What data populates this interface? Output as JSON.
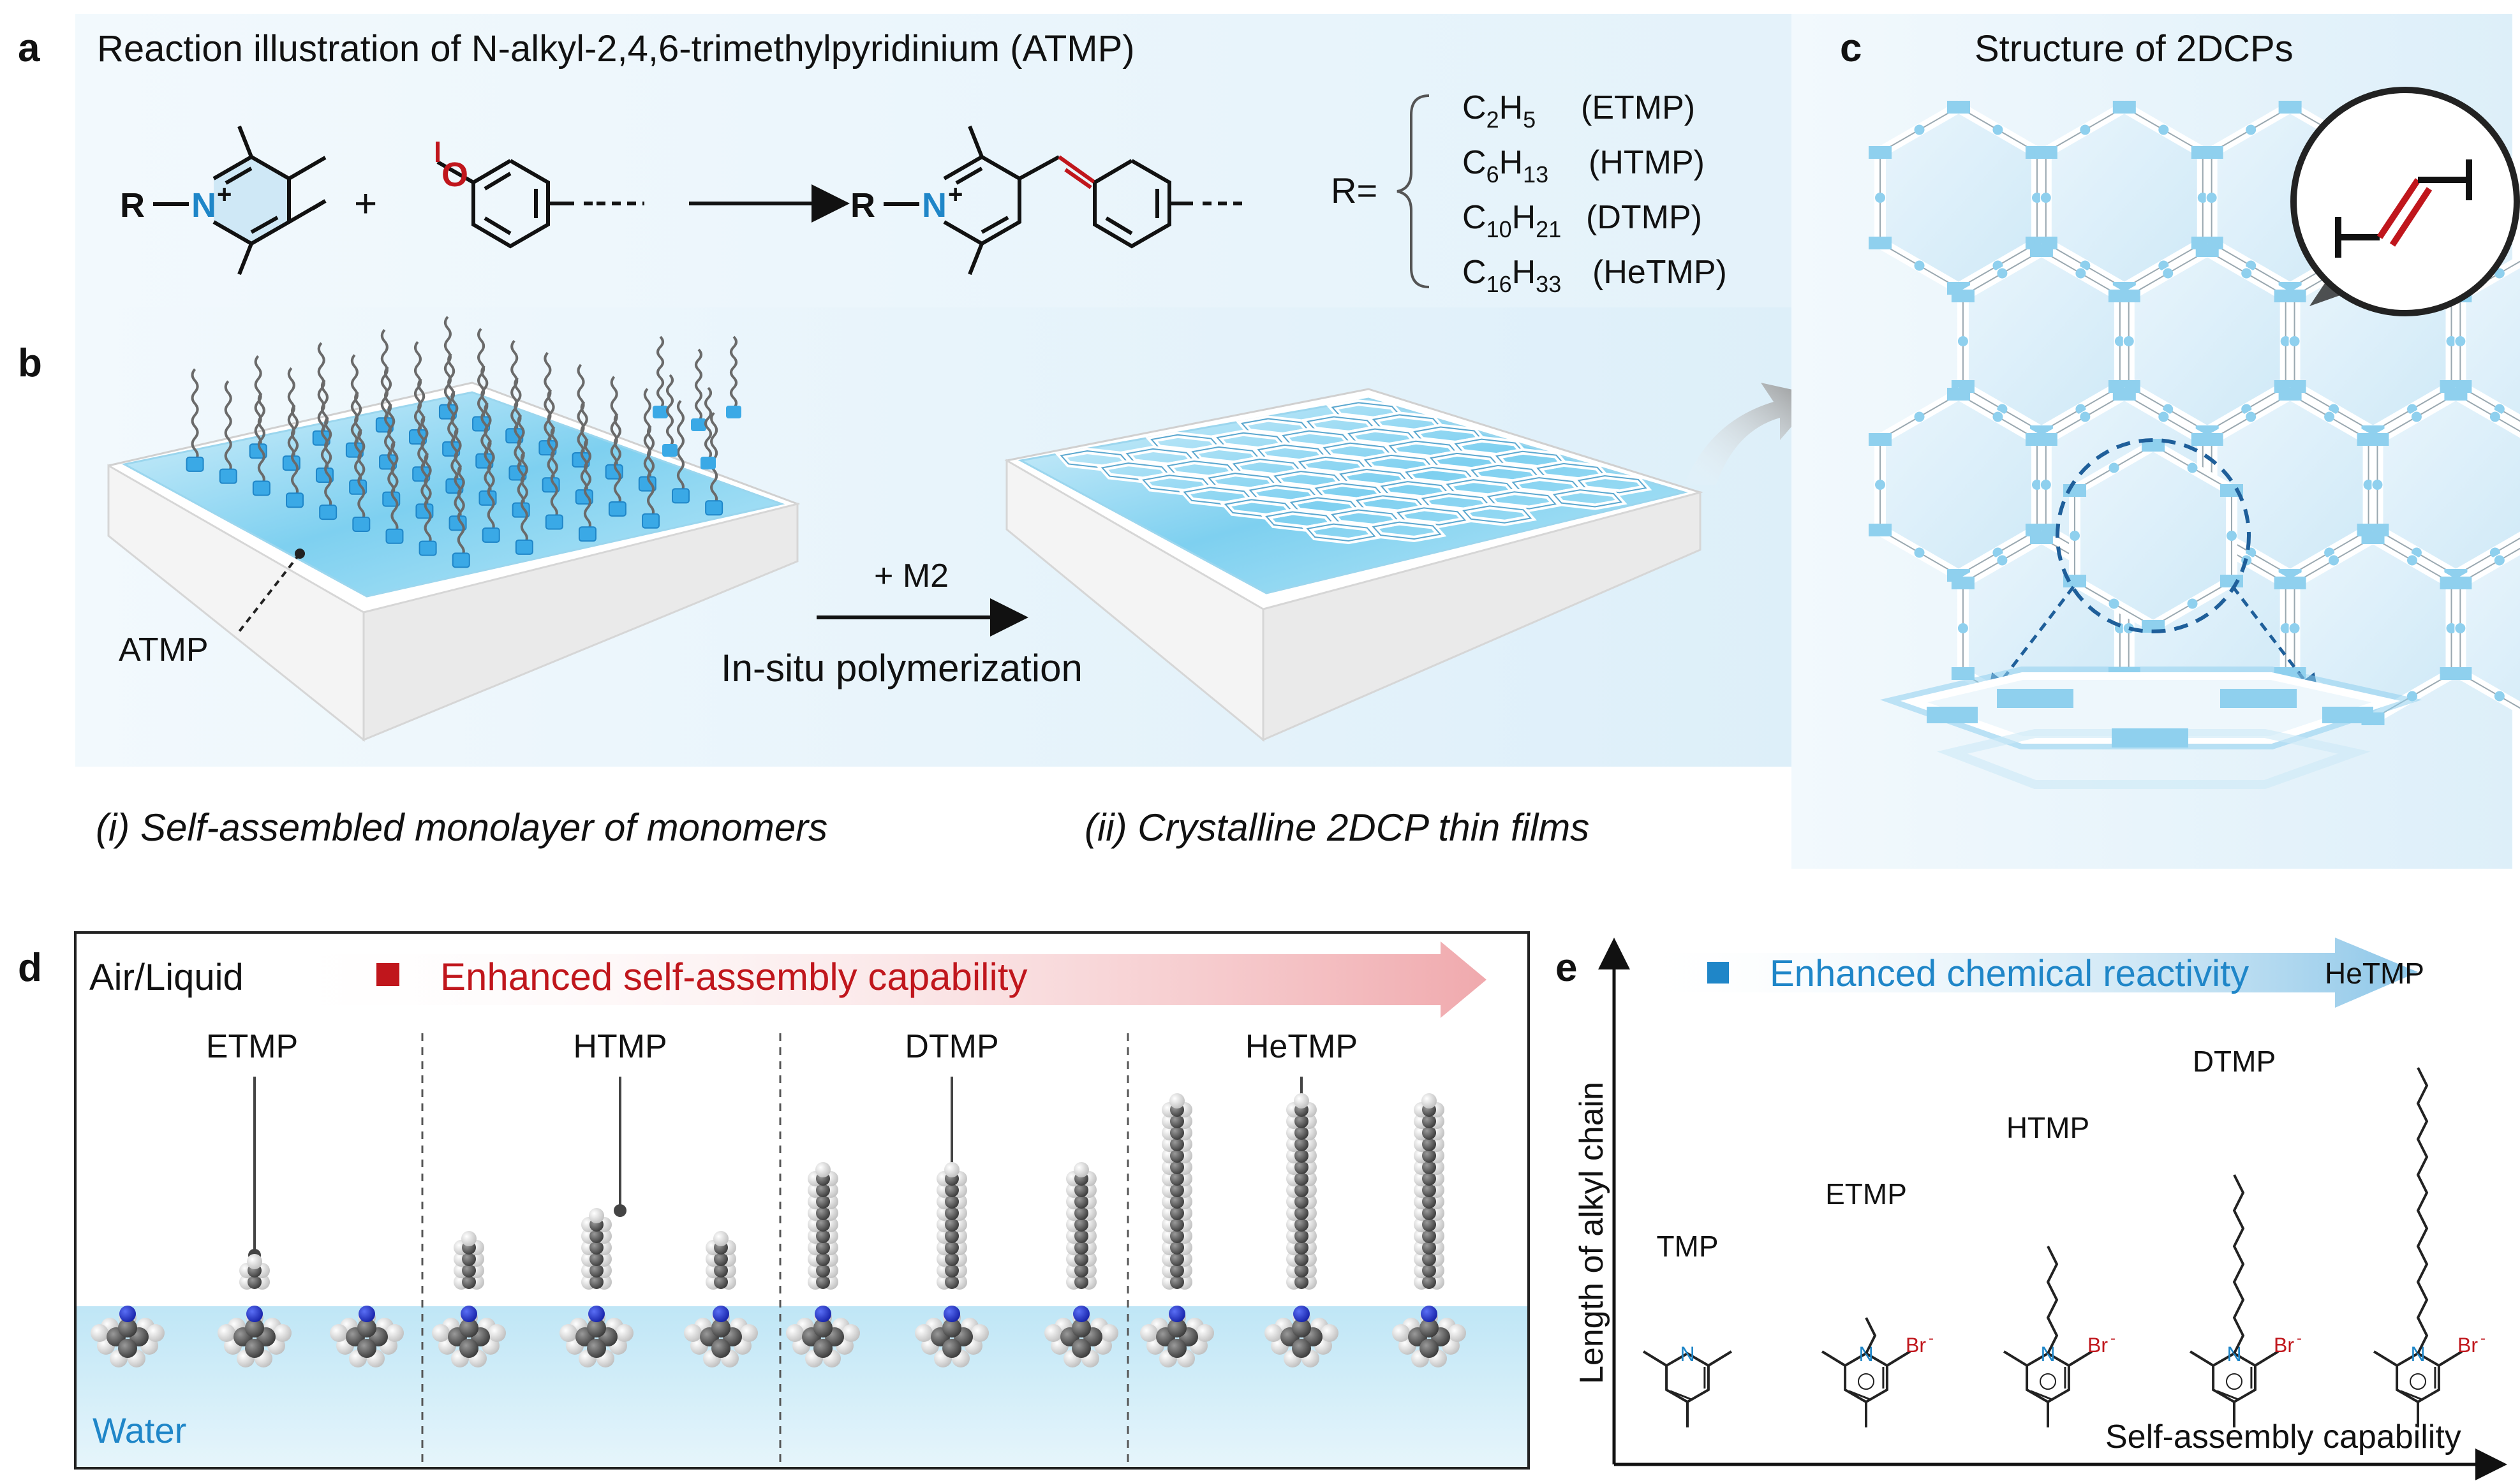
{
  "panel_a": {
    "letter": "a",
    "title": "Reaction illustration of N-alkyl-2,4,6-trimethylpyridinium (ATMP)",
    "r_left": "R",
    "n_atom": "N",
    "plus_charge": "+",
    "plus_sign": "+",
    "o_atom": "O",
    "r_products": "R",
    "r_equals": "R=",
    "substituents": [
      {
        "formula": "C2H5",
        "label": "(ETMP)",
        "c": "C",
        "n1": "2",
        "h": "H",
        "n2": "5"
      },
      {
        "formula": "C6H13",
        "label": "(HTMP)",
        "c": "C",
        "n1": "6",
        "h": "H",
        "n2": "13"
      },
      {
        "formula": "C10H21",
        "label": "(DTMP)",
        "c": "C",
        "n1": "10",
        "h": "H",
        "n2": "21"
      },
      {
        "formula": "C16H33",
        "label": "(HeTMP)",
        "c": "C",
        "n1": "16",
        "h": "H",
        "n2": "33"
      }
    ]
  },
  "panel_b": {
    "letter": "b",
    "atmp_label": "ATMP",
    "reagent": "+ M2",
    "process": "In-situ polymerization",
    "caption_i": "(i) Self-assembled monolayer of monomers",
    "caption_ii": "(ii) Crystalline 2DCP thin films"
  },
  "panel_c": {
    "letter": "c",
    "title": "Structure of 2DCPs"
  },
  "panel_d": {
    "letter": "d",
    "interface_label": "Air/Liquid",
    "arrow_label": "Enhanced self-assembly capability",
    "water_label": "Water",
    "molecules": [
      "ETMP",
      "HTMP",
      "DTMP",
      "HeTMP"
    ]
  },
  "panel_e": {
    "letter": "e",
    "arrow_label": "Enhanced chemical reactivity",
    "y_label": "Length of alkyl chain",
    "x_label": "Self-assembly capability",
    "molecules": [
      "TMP",
      "ETMP",
      "HTMP",
      "DTMP",
      "HeTMP"
    ],
    "n_atom": "N",
    "counterion": "Br",
    "counter_charge": "-"
  },
  "colors": {
    "accent_blue": "#1f86c8",
    "arrow_red": "#c0161c",
    "light_blue": "#8fd0ee",
    "water": "#c6e8f6"
  }
}
